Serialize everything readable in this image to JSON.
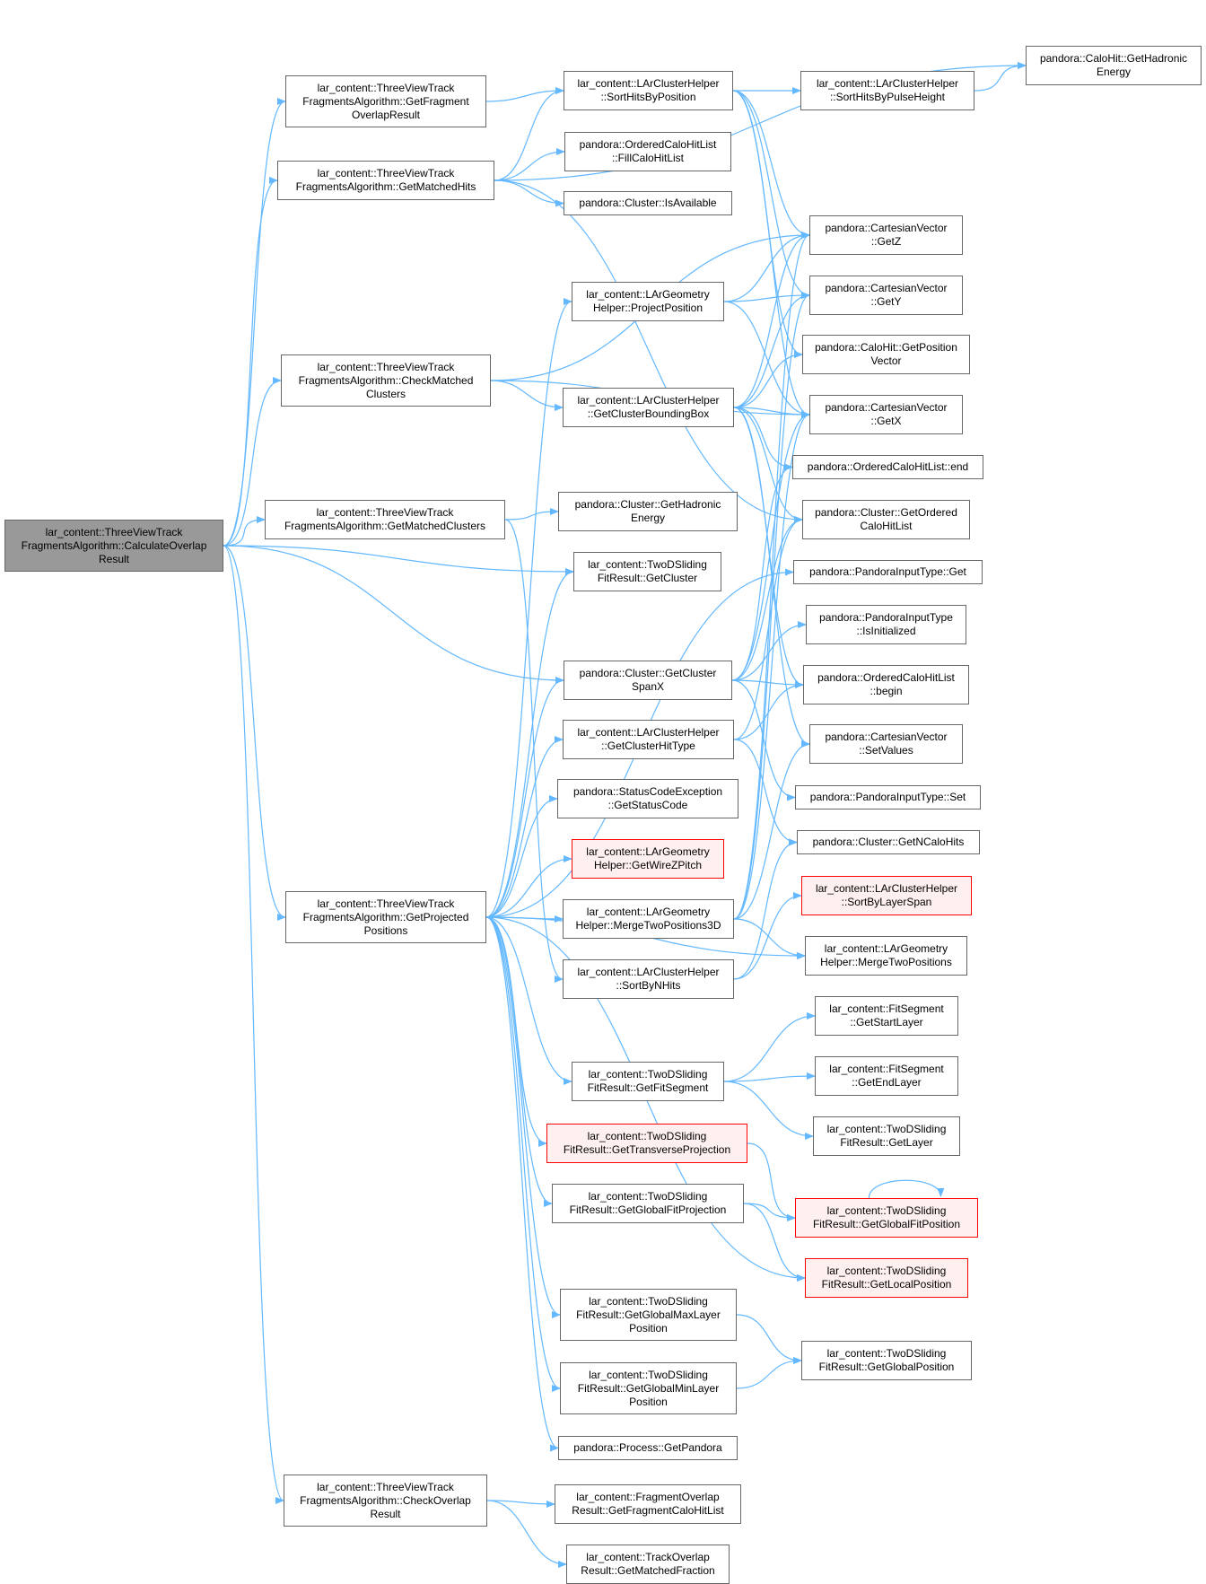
{
  "colors": {
    "edge": "#63b8ff",
    "node_border": "#666666",
    "root_fill": "#999999",
    "warn_border": "#ff0000",
    "warn_fill": "#fff0f0"
  },
  "nodes": {
    "calc": "lar_content::ThreeViewTrack\nFragmentsAlgorithm::CalculateOverlap\nResult",
    "getFragOverlap": "lar_content::ThreeViewTrack\nFragmentsAlgorithm::GetFragment\nOverlapResult",
    "getMatchedHits": "lar_content::ThreeViewTrack\nFragmentsAlgorithm::GetMatchedHits",
    "checkMatched": "lar_content::ThreeViewTrack\nFragmentsAlgorithm::CheckMatched\nClusters",
    "getMatchedClusters": "lar_content::ThreeViewTrack\nFragmentsAlgorithm::GetMatchedClusters",
    "getProjected": "lar_content::ThreeViewTrack\nFragmentsAlgorithm::GetProjected\nPositions",
    "checkOverlap": "lar_content::ThreeViewTrack\nFragmentsAlgorithm::CheckOverlap\nResult",
    "sortHitsByPosition": "lar_content::LArClusterHelper\n::SortHitsByPosition",
    "fillCaloHitList": "pandora::OrderedCaloHitList\n::FillCaloHitList",
    "isAvailable": "pandora::Cluster::IsAvailable",
    "projectPosition": "lar_content::LArGeometry\nHelper::ProjectPosition",
    "getClusterBoundingBox": "lar_content::LArClusterHelper\n::GetClusterBoundingBox",
    "clusterHadronicEnergy": "pandora::Cluster::GetHadronic\nEnergy",
    "getCluster": "lar_content::TwoDSliding\nFitResult::GetCluster",
    "getClusterSpanX": "pandora::Cluster::GetCluster\nSpanX",
    "getClusterHitType": "lar_content::LArClusterHelper\n::GetClusterHitType",
    "getStatusCode": "pandora::StatusCodeException\n::GetStatusCode",
    "getWireZPitch": "lar_content::LArGeometry\nHelper::GetWireZPitch",
    "mergeTwoPositions3D": "lar_content::LArGeometry\nHelper::MergeTwoPositions3D",
    "sortByNHits": "lar_content::LArClusterHelper\n::SortByNHits",
    "getFitSegment": "lar_content::TwoDSliding\nFitResult::GetFitSegment",
    "getTransverseProjection": "lar_content::TwoDSliding\nFitResult::GetTransverseProjection",
    "getGlobalFitProjection": "lar_content::TwoDSliding\nFitResult::GetGlobalFitProjection",
    "getGlobalMaxLayerPosition": "lar_content::TwoDSliding\nFitResult::GetGlobalMaxLayer\nPosition",
    "getGlobalMinLayerPosition": "lar_content::TwoDSliding\nFitResult::GetGlobalMinLayer\nPosition",
    "getPandora": "pandora::Process::GetPandora",
    "getFragmentCaloHitList": "lar_content::FragmentOverlap\nResult::GetFragmentCaloHitList",
    "getMatchedFraction": "lar_content::TrackOverlap\nResult::GetMatchedFraction",
    "sortHitsByPulseHeight": "lar_content::LArClusterHelper\n::SortHitsByPulseHeight",
    "caloHitHadronicEnergy": "pandora::CaloHit::GetHadronic\nEnergy",
    "getZ": "pandora::CartesianVector\n::GetZ",
    "getY": "pandora::CartesianVector\n::GetY",
    "getPositionVector": "pandora::CaloHit::GetPosition\nVector",
    "getX": "pandora::CartesianVector\n::GetX",
    "orderedEnd": "pandora::OrderedCaloHitList::end",
    "getOrderedCaloHitList": "pandora::Cluster::GetOrdered\nCaloHitList",
    "inputTypeGet": "pandora::PandoraInputType::Get",
    "inputTypeIsInitialized": "pandora::PandoraInputType\n::IsInitialized",
    "orderedBegin": "pandora::OrderedCaloHitList\n::begin",
    "setValues": "pandora::CartesianVector\n::SetValues",
    "inputTypeSet": "pandora::PandoraInputType::Set",
    "getNCaloHits": "pandora::Cluster::GetNCaloHits",
    "sortByLayerSpan": "lar_content::LArClusterHelper\n::SortByLayerSpan",
    "mergeTwoPositions": "lar_content::LArGeometry\nHelper::MergeTwoPositions",
    "getStartLayer": "lar_content::FitSegment\n::GetStartLayer",
    "getEndLayer": "lar_content::FitSegment\n::GetEndLayer",
    "getLayer": "lar_content::TwoDSliding\nFitResult::GetLayer",
    "getGlobalFitPosition": "lar_content::TwoDSliding\nFitResult::GetGlobalFitPosition",
    "getLocalPosition": "lar_content::TwoDSliding\nFitResult::GetLocalPosition",
    "getGlobalPosition": "lar_content::TwoDSliding\nFitResult::GetGlobalPosition"
  },
  "edges": [
    [
      "calc",
      "getFragOverlap"
    ],
    [
      "calc",
      "getMatchedHits"
    ],
    [
      "calc",
      "checkMatched"
    ],
    [
      "calc",
      "getMatchedClusters"
    ],
    [
      "calc",
      "getCluster"
    ],
    [
      "calc",
      "getClusterSpanX"
    ],
    [
      "calc",
      "getProjected"
    ],
    [
      "calc",
      "checkOverlap"
    ],
    [
      "getFragOverlap",
      "sortHitsByPosition"
    ],
    [
      "getMatchedHits",
      "caloHitHadronicEnergy"
    ],
    [
      "getMatchedHits",
      "sortHitsByPosition"
    ],
    [
      "getMatchedHits",
      "fillCaloHitList"
    ],
    [
      "getMatchedHits",
      "isAvailable"
    ],
    [
      "getMatchedHits",
      "getOrderedCaloHitList"
    ],
    [
      "checkMatched",
      "getZ"
    ],
    [
      "checkMatched",
      "getClusterBoundingBox"
    ],
    [
      "checkMatched",
      "getX"
    ],
    [
      "getMatchedClusters",
      "clusterHadronicEnergy"
    ],
    [
      "getMatchedClusters",
      "sortByNHits"
    ],
    [
      "getProjected",
      "projectPosition"
    ],
    [
      "getProjected",
      "getCluster"
    ],
    [
      "getProjected",
      "getClusterSpanX"
    ],
    [
      "getProjected",
      "getClusterHitType"
    ],
    [
      "getProjected",
      "getStatusCode"
    ],
    [
      "getProjected",
      "getWireZPitch"
    ],
    [
      "getProjected",
      "mergeTwoPositions3D"
    ],
    [
      "getProjected",
      "mergeTwoPositions"
    ],
    [
      "getProjected",
      "getFitSegment"
    ],
    [
      "getProjected",
      "getTransverseProjection"
    ],
    [
      "getProjected",
      "getGlobalFitProjection"
    ],
    [
      "getProjected",
      "getLocalPosition"
    ],
    [
      "getProjected",
      "getGlobalMaxLayerPosition"
    ],
    [
      "getProjected",
      "getGlobalMinLayerPosition"
    ],
    [
      "getProjected",
      "getPandora"
    ],
    [
      "getProjected",
      "inputTypeGet"
    ],
    [
      "checkOverlap",
      "getFragmentCaloHitList"
    ],
    [
      "checkOverlap",
      "getMatchedFraction"
    ],
    [
      "sortHitsByPosition",
      "sortHitsByPulseHeight"
    ],
    [
      "sortHitsByPosition",
      "getZ"
    ],
    [
      "sortHitsByPosition",
      "getY"
    ],
    [
      "sortHitsByPosition",
      "getPositionVector"
    ],
    [
      "sortHitsByPosition",
      "getX"
    ],
    [
      "sortHitsByPulseHeight",
      "caloHitHadronicEnergy"
    ],
    [
      "projectPosition",
      "getZ"
    ],
    [
      "projectPosition",
      "getY"
    ],
    [
      "projectPosition",
      "getX"
    ],
    [
      "getClusterBoundingBox",
      "getPositionVector"
    ],
    [
      "getClusterBoundingBox",
      "getX"
    ],
    [
      "getClusterBoundingBox",
      "orderedEnd"
    ],
    [
      "getClusterBoundingBox",
      "getOrderedCaloHitList"
    ],
    [
      "getClusterBoundingBox",
      "orderedBegin"
    ],
    [
      "getClusterBoundingBox",
      "setValues"
    ],
    [
      "getClusterBoundingBox",
      "getZ"
    ],
    [
      "getClusterBoundingBox",
      "getY"
    ],
    [
      "getClusterSpanX",
      "getX"
    ],
    [
      "getClusterSpanX",
      "inputTypeIsInitialized"
    ],
    [
      "getClusterSpanX",
      "orderedBegin"
    ],
    [
      "getClusterSpanX",
      "orderedEnd"
    ],
    [
      "getClusterSpanX",
      "getOrderedCaloHitList"
    ],
    [
      "getClusterSpanX",
      "inputTypeSet"
    ],
    [
      "getClusterHitType",
      "orderedBegin"
    ],
    [
      "getClusterHitType",
      "getNCaloHits"
    ],
    [
      "getClusterHitType",
      "getOrderedCaloHitList"
    ],
    [
      "mergeTwoPositions3D",
      "getX"
    ],
    [
      "mergeTwoPositions3D",
      "getY"
    ],
    [
      "mergeTwoPositions3D",
      "getZ"
    ],
    [
      "mergeTwoPositions3D",
      "mergeTwoPositions"
    ],
    [
      "mergeTwoPositions3D",
      "setValues"
    ],
    [
      "sortByNHits",
      "getNCaloHits"
    ],
    [
      "sortByNHits",
      "sortByLayerSpan"
    ],
    [
      "getFitSegment",
      "getStartLayer"
    ],
    [
      "getFitSegment",
      "getEndLayer"
    ],
    [
      "getFitSegment",
      "getLayer"
    ],
    [
      "getTransverseProjection",
      "getGlobalFitPosition"
    ],
    [
      "getGlobalFitProjection",
      "getGlobalFitPosition"
    ],
    [
      "getGlobalFitProjection",
      "getLocalPosition"
    ],
    [
      "getGlobalFitPosition",
      "getGlobalFitPosition"
    ],
    [
      "getGlobalMaxLayerPosition",
      "getGlobalPosition"
    ],
    [
      "getGlobalMinLayerPosition",
      "getGlobalPosition"
    ]
  ]
}
